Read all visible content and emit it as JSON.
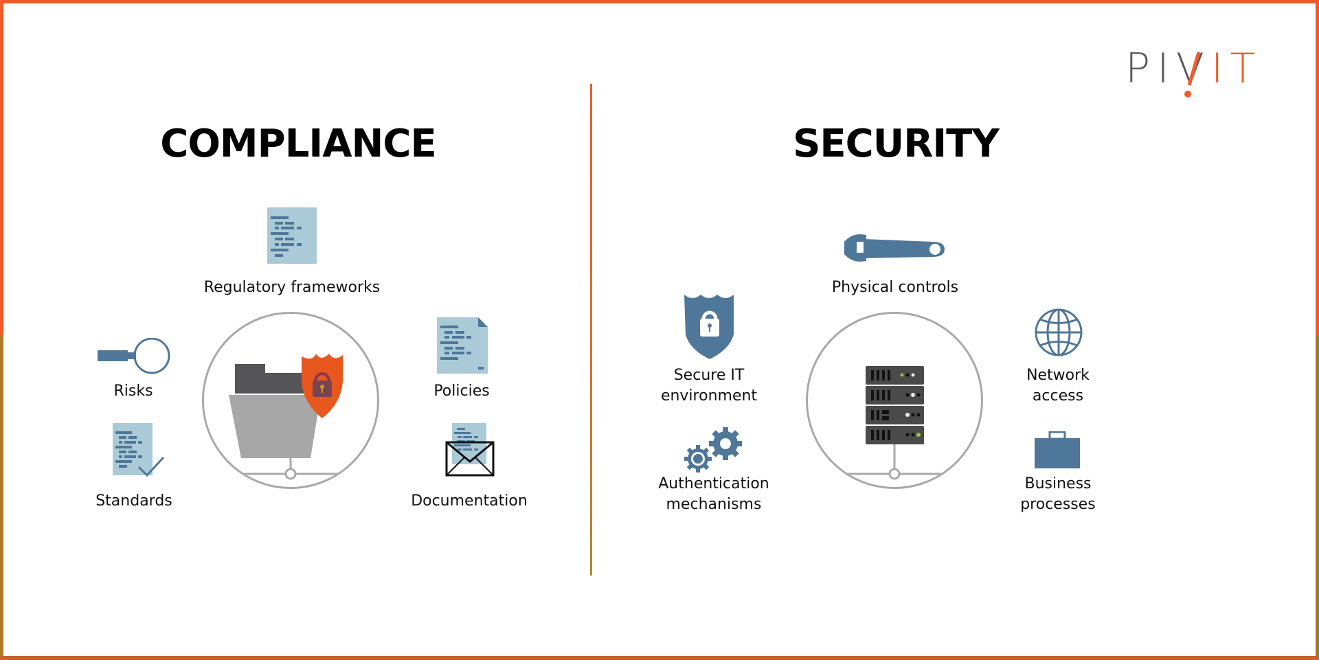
{
  "brand": {
    "logo_left": "PIV",
    "logo_right": "IT",
    "accent_color": "#F15A29",
    "gray_color": "#58595B"
  },
  "compliance": {
    "title": "COMPLIANCE",
    "center_icon": "folder-with-shield-lock-icon",
    "items": [
      {
        "label": "Regulatory frameworks",
        "icon": "document-icon"
      },
      {
        "label": "Risks",
        "icon": "magnifier-icon"
      },
      {
        "label": "Policies",
        "icon": "document-folded-corner-icon"
      },
      {
        "label": "Standards",
        "icon": "document-checkmark-icon"
      },
      {
        "label": "Documentation",
        "icon": "envelope-document-icon"
      }
    ]
  },
  "security": {
    "title": "SECURITY",
    "center_icon": "server-rack-icon",
    "items": [
      {
        "label": "Physical controls",
        "icon": "wrench-icon"
      },
      {
        "label_line1": "Secure IT",
        "label_line2": "environment",
        "icon": "shield-lock-icon"
      },
      {
        "label_line1": "Network",
        "label_line2": "access",
        "icon": "globe-icon"
      },
      {
        "label_line1": "Authentication",
        "label_line2": "mechanisms",
        "icon": "gears-icon"
      },
      {
        "label_line1": "Business",
        "label_line2": "processes",
        "icon": "briefcase-icon"
      }
    ]
  },
  "colors": {
    "icon_blue": "#4F7799",
    "doc_light": "#A9CAD6",
    "circle_gray": "#A9A9A9",
    "shield_orange": "#E8571E",
    "server_dark": "#4A4A4A"
  }
}
